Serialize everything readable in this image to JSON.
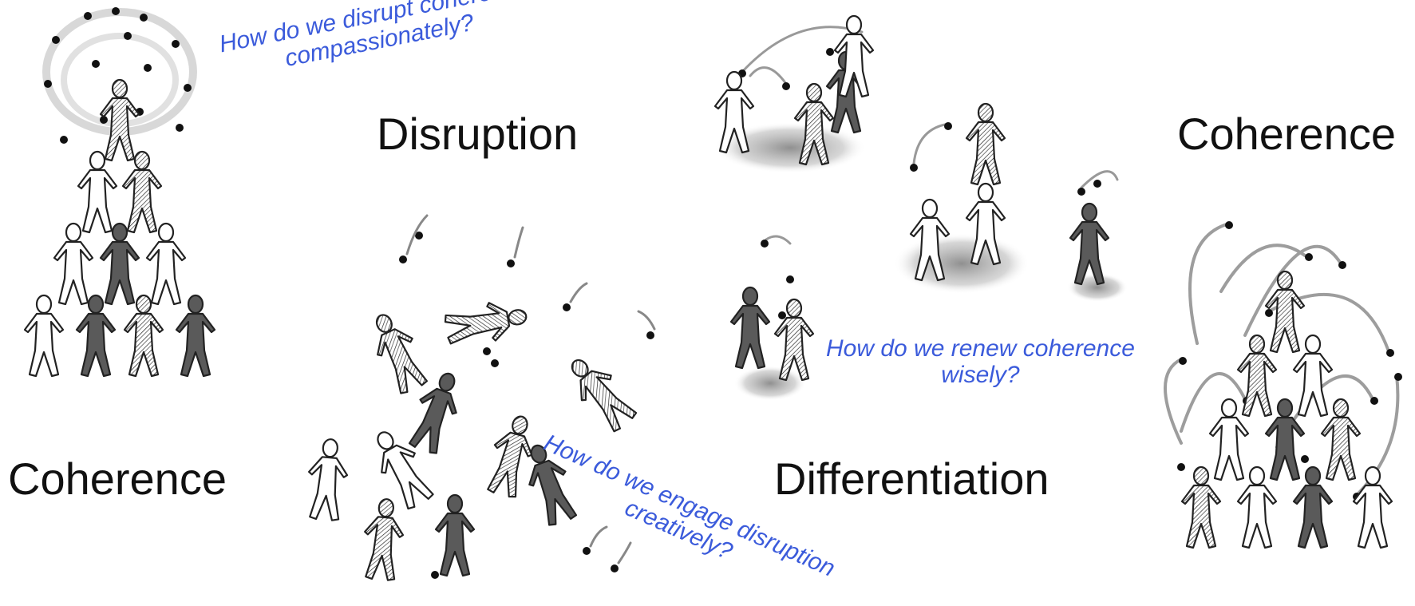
{
  "stages": {
    "coherence_start": "Coherence",
    "disruption": "Disruption",
    "differentiation": "Differentiation",
    "coherence_end": "Coherence"
  },
  "questions": {
    "disrupt": {
      "line1": "How do we disrupt coherence",
      "line2": "compassionately?"
    },
    "engage": {
      "line1": "How do we engage disruption",
      "line2": "creatively?"
    },
    "renew": {
      "line1": "How do we renew coherence",
      "line2": "wisely?"
    }
  },
  "colors": {
    "question_text": "#3b5bdb",
    "label_text": "#111111",
    "ink": "#222222",
    "shadow": "#9a9a9a",
    "dark_figure": "#5a5a5a"
  },
  "illustrations": {
    "left_pyramid": "juggler-human-pyramid",
    "scattered_crowd": "scattered-falling-jugglers",
    "small_groups": "small-juggling-groups",
    "right_pyramid": "renewed-juggler-pyramid"
  }
}
